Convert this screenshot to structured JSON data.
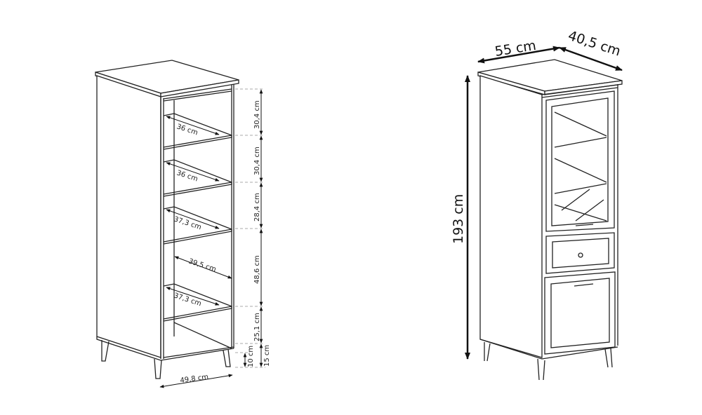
{
  "left_view": {
    "shelf_depths": [
      "36 cm",
      "36 cm",
      "37,3 cm",
      "39,5 cm",
      "37,3 cm"
    ],
    "heights": [
      "30,4 cm",
      "30,4 cm",
      "28,4 cm",
      "48,6 cm",
      "25,1 cm"
    ],
    "leg_height": "10 cm",
    "base_height": "15 cm",
    "inner_width": "49,8 cm"
  },
  "right_view": {
    "width": "55 cm",
    "depth": "40,5 cm",
    "height": "193 cm"
  }
}
